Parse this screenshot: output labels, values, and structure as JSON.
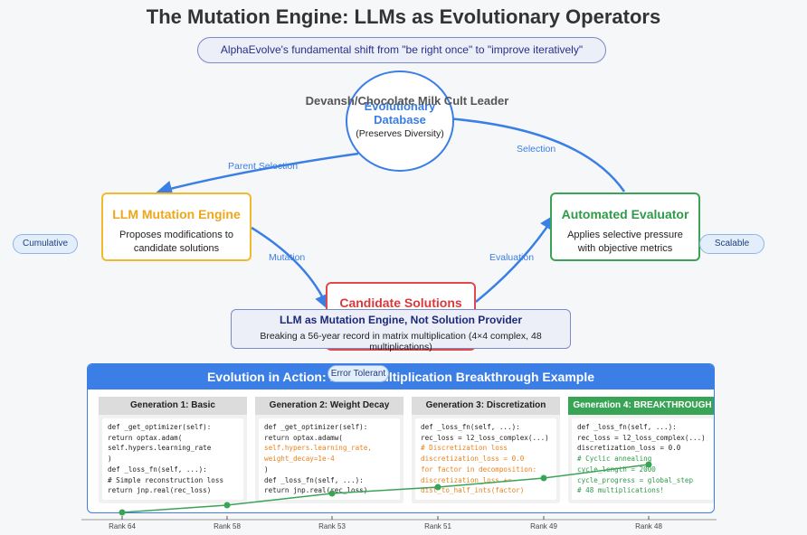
{
  "title": "The Mutation Engine: LLMs as Evolutionary Operators",
  "subtitle": "AlphaEvolve's fundamental shift from \"be right once\" to \"improve iteratively\"",
  "author": "Devansh/Chocolate Milk Cult Leader",
  "database": {
    "name_line1": "Evolutionary",
    "name_line2": "Database",
    "desc": "(Preserves Diversity)"
  },
  "llm_engine": {
    "title": "LLM Mutation Engine",
    "desc_line1": "Proposes modifications to",
    "desc_line2": "candidate solutions"
  },
  "evaluator": {
    "title": "Automated Evaluator",
    "desc_line1": "Applies selective pressure",
    "desc_line2": "with objective metrics"
  },
  "candidates": {
    "title": "Candidate Solutions"
  },
  "arrow_labels": {
    "parent_selection": "Parent Selection",
    "selection": "Selection",
    "mutation": "Mutation",
    "evaluation": "Evaluation"
  },
  "tags": {
    "cumulative": "Cumulative",
    "scalable": "Scalable",
    "error_tolerant": "Error Tolerant"
  },
  "overlay": {
    "heading": "LLM as Mutation Engine, Not Solution Provider",
    "text": "Breaking a 56-year record in matrix multiplication (4×4 complex, 48 multiplications)"
  },
  "panel": {
    "title": "Evolution in Action: Matrix Multiplication Breakthrough Example",
    "generations": [
      {
        "label": "Generation 1: Basic",
        "lines": [
          {
            "t": "def _get_optimizer(self):",
            "c": ""
          },
          {
            "t": "return optax.adam(",
            "c": ""
          },
          {
            "t": "self.hypers.learning_rate",
            "c": ""
          },
          {
            "t": ")",
            "c": ""
          },
          {
            "t": "def _loss_fn(self, ...):",
            "c": ""
          },
          {
            "t": "# Simple reconstruction loss",
            "c": ""
          },
          {
            "t": "return jnp.real(rec_loss)",
            "c": ""
          }
        ]
      },
      {
        "label": "Generation 2: Weight Decay",
        "lines": [
          {
            "t": "def _get_optimizer(self):",
            "c": ""
          },
          {
            "t": "return optax.adamw(",
            "c": ""
          },
          {
            "t": "self.hypers.learning_rate,",
            "c": "hl"
          },
          {
            "t": "weight_decay=1e-4",
            "c": "hl"
          },
          {
            "t": ")",
            "c": ""
          },
          {
            "t": "def _loss_fn(self, ...):",
            "c": ""
          },
          {
            "t": "return jnp.real(rec_loss)",
            "c": ""
          }
        ]
      },
      {
        "label": "Generation 3: Discretization",
        "lines": [
          {
            "t": "def _loss_fn(self, ...):",
            "c": ""
          },
          {
            "t": "rec_loss = l2_loss_complex(...)",
            "c": ""
          },
          {
            "t": "# Discretization loss",
            "c": "hl"
          },
          {
            "t": "discretization_loss = 0.0",
            "c": "hl"
          },
          {
            "t": "for factor in decomposition:",
            "c": "hl"
          },
          {
            "t": "discretization_loss +=",
            "c": "hl"
          },
          {
            "t": "dist_to_half_ints(factor)",
            "c": "hl"
          }
        ]
      },
      {
        "label": "Generation 4: BREAKTHROUGH",
        "lines": [
          {
            "t": "def _loss_fn(self, ...):",
            "c": ""
          },
          {
            "t": "rec_loss = l2_loss_complex(...)",
            "c": ""
          },
          {
            "t": "discretization_loss = 0.0",
            "c": ""
          },
          {
            "t": "# Cyclic annealing",
            "c": "ok"
          },
          {
            "t": "cycle_length = 2000",
            "c": "ok"
          },
          {
            "t": "cycle_progress = global_step",
            "c": "ok"
          },
          {
            "t": "# 48 multiplications!",
            "c": "ok"
          }
        ]
      }
    ]
  },
  "ranks": [
    "Rank 64",
    "Rank 58",
    "Rank 53",
    "Rank 51",
    "Rank 49",
    "Rank 48"
  ],
  "colors": {
    "blue": "#3a7ee6",
    "yellow": "#f2b92c",
    "green": "#3aa456",
    "red": "#e04a4a"
  }
}
